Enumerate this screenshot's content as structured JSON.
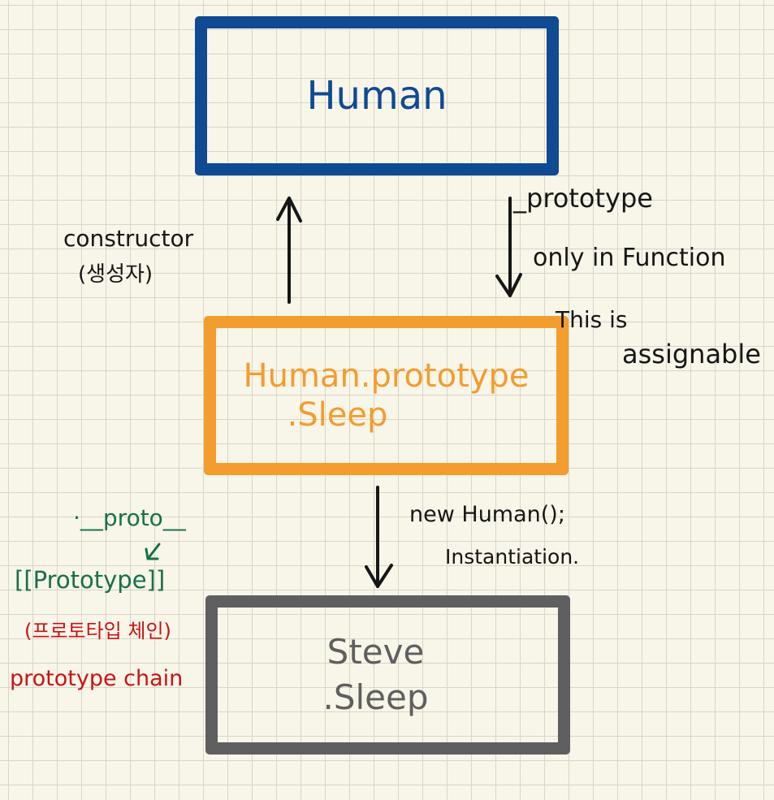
{
  "boxes": {
    "human": {
      "label": "Human"
    },
    "prototype": {
      "line1": "Human.prototype",
      "line2": ".Sleep"
    },
    "instance": {
      "line1": "Steve",
      "line2": ".Sleep"
    }
  },
  "annotations": {
    "constructor": "constructor",
    "constructor_ko": "(생성자)",
    "prototype_prop": "_prototype",
    "only_in_function": "only in Function",
    "this_is": "This is",
    "assignable": "assignable",
    "new_human": "new Human();",
    "instantiation": "Instantiation.",
    "dunder_proto": "·__proto__",
    "prototype_slot": "[[Prototype]]",
    "chain_ko": "(프로토타입 체인)",
    "chain_en": "prototype chain"
  },
  "colors": {
    "human_border": "#0f4a92",
    "prototype_border": "#f29d2e",
    "instance_border": "#5f5f5f",
    "ink_black": "#161616",
    "ink_green": "#17704c",
    "ink_red": "#c81414",
    "paper": "#f8f5e9"
  }
}
